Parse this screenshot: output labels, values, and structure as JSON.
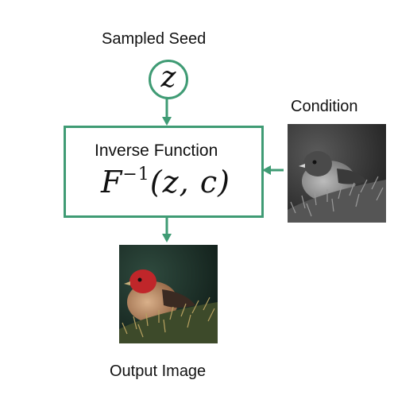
{
  "diagram": {
    "seed_label": "Sampled Seed",
    "seed_symbol": "z",
    "function_title": "Inverse Function",
    "function_formula_base": "F",
    "function_formula_exp": "−1",
    "function_formula_args": "(z, c)",
    "condition_label": "Condition",
    "output_label": "Output Image"
  },
  "colors": {
    "accent": "#3f9b74",
    "text": "#111111"
  }
}
